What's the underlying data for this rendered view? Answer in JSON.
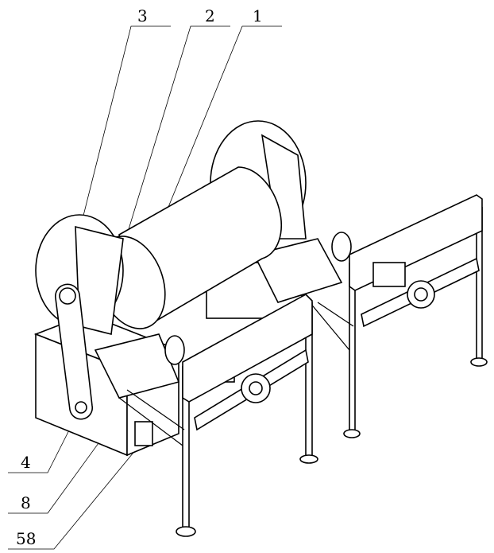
{
  "figure": {
    "callouts": [
      {
        "id": "3",
        "label": "3"
      },
      {
        "id": "2",
        "label": "2"
      },
      {
        "id": "1",
        "label": "1"
      },
      {
        "id": "4",
        "label": "4"
      },
      {
        "id": "8",
        "label": "8"
      },
      {
        "id": "58",
        "label": "58"
      }
    ]
  }
}
